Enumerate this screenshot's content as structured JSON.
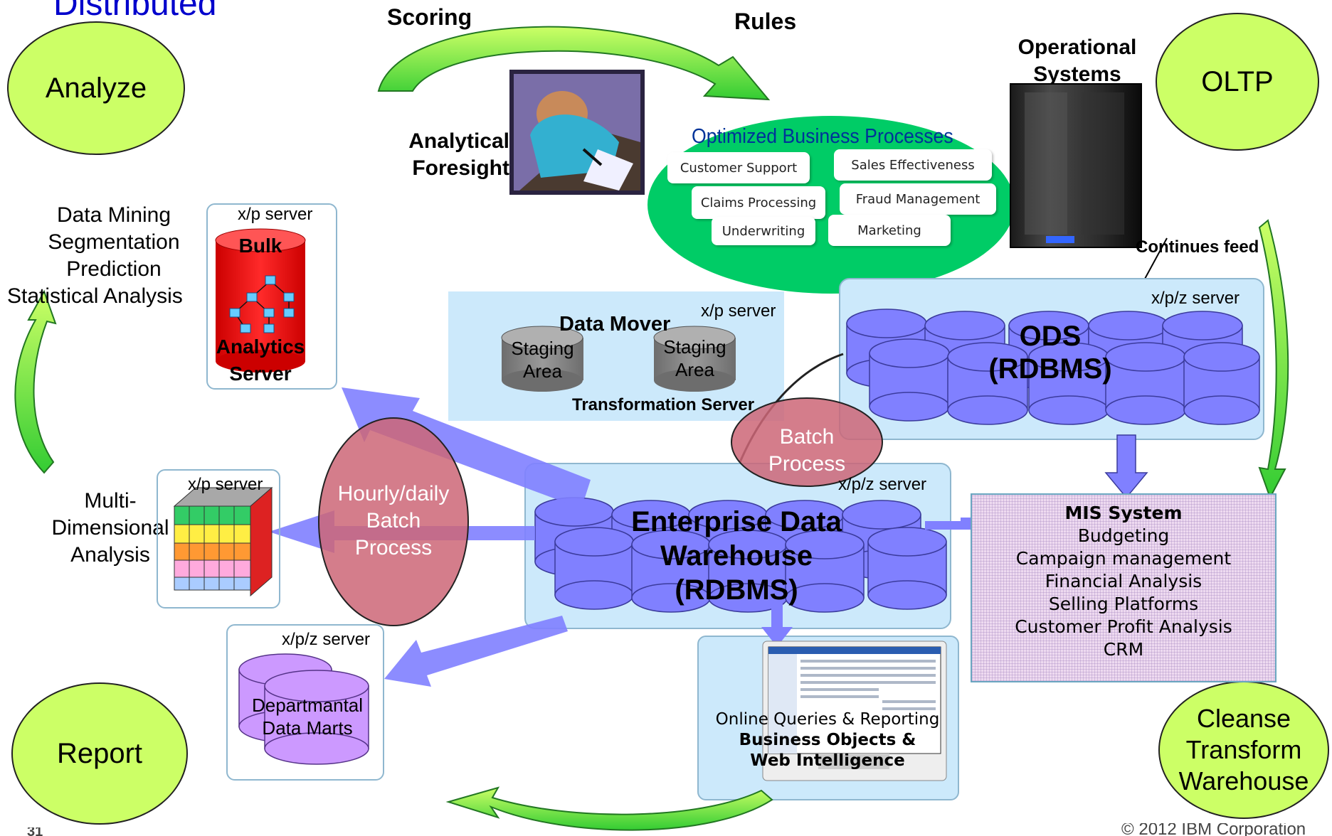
{
  "slide": {
    "title_fragment": "Distributed",
    "page_number": "31",
    "copyright": "© 2012 IBM Corporation"
  },
  "cycle": {
    "analyze": "Analyze",
    "oltp": "OLTP",
    "report": "Report",
    "cleanse": [
      "Cleanse",
      "Transform",
      "Warehouse"
    ]
  },
  "top": {
    "scoring": "Scoring",
    "rules": "Rules",
    "foresight": [
      "Analytical",
      "Foresight"
    ],
    "operational": [
      "Operational",
      "Systems"
    ]
  },
  "optimized": {
    "title": "Optimized Business Processes",
    "items": [
      "Customer Support",
      "Sales Effectiveness",
      "Claims Processing",
      "Fraud Management",
      "Underwriting",
      "Marketing"
    ]
  },
  "continues_feed": "Continues feed",
  "mining": {
    "lines": [
      "Data Mining",
      "Segmentation",
      "Prediction",
      "Statistical Analysis"
    ],
    "server": "x/p server",
    "bulk": "Bulk",
    "analytics": "Analytics",
    "srv": "Server"
  },
  "data_mover": {
    "server": "x/p server",
    "title": "Data Mover",
    "staging1": [
      "Staging",
      "Area"
    ],
    "staging2": [
      "Staging",
      "Area"
    ],
    "transformation": "Transformation Server"
  },
  "ods": {
    "server": "x/p/z server",
    "title": [
      "ODS",
      "(RDBMS)"
    ]
  },
  "batch": [
    "Batch",
    "Process"
  ],
  "hourly": [
    "Hourly/daily",
    "Batch",
    "Process"
  ],
  "multidim": {
    "lines": [
      "Multi-",
      "Dimensional",
      "Analysis"
    ],
    "server": "x/p server"
  },
  "edw": {
    "server": "x/p/z server",
    "title": [
      "Enterprise Data",
      "Warehouse",
      "(RDBMS)"
    ]
  },
  "mis": {
    "title": "MIS System",
    "items": [
      "Budgeting",
      "Campaign management",
      "Financial Analysis",
      "Selling Platforms",
      "Customer Profit Analysis",
      "CRM"
    ]
  },
  "marts": {
    "server": "x/p/z server",
    "title": [
      "Departmantal",
      "Data Marts"
    ]
  },
  "online": {
    "line1": "Online Queries & Reporting",
    "line2": "Business Objects &",
    "line3": "Web Intelligence"
  }
}
